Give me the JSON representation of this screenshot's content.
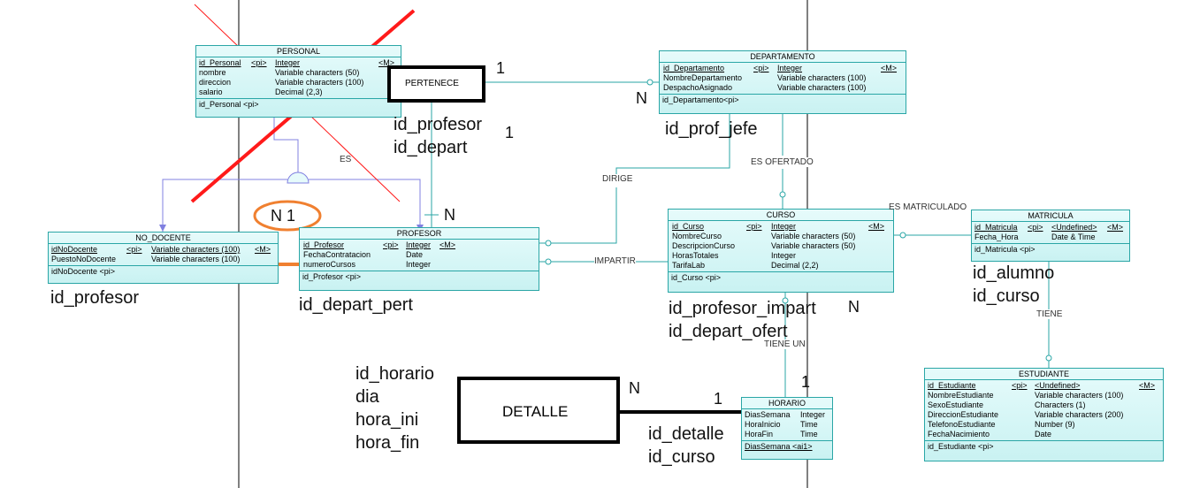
{
  "entities": {
    "personal": {
      "title": "PERSONAL",
      "rows": [
        {
          "name": "id_Personal",
          "key": "<pi>",
          "type": "Integer",
          "mand": "<M>"
        },
        {
          "name": "nombre",
          "key": "",
          "type": "Variable characters (50)",
          "mand": ""
        },
        {
          "name": "direccion",
          "key": "",
          "type": "Variable characters (100)",
          "mand": ""
        },
        {
          "name": "salario",
          "key": "",
          "type": "Decimal (2,3)",
          "mand": ""
        }
      ],
      "keys": "id_Personal <pi>"
    },
    "departamento": {
      "title": "DEPARTAMENTO",
      "rows": [
        {
          "name": "id_Departamento",
          "key": "<pi>",
          "type": "Integer",
          "mand": "<M>"
        },
        {
          "name": "NombreDepartamento",
          "key": "",
          "type": "Variable characters (100)",
          "mand": ""
        },
        {
          "name": "DespachoAsignado",
          "key": "",
          "type": "Variable characters (100)",
          "mand": ""
        }
      ],
      "keys": "id_Departamento<pi>"
    },
    "no_docente": {
      "title": "NO_DOCENTE",
      "rows": [
        {
          "name": "idNoDocente",
          "key": "<pi>",
          "type": "Variable characters (100)",
          "mand": "<M>"
        },
        {
          "name": "PuestoNoDocente",
          "key": "",
          "type": "Variable characters (100)",
          "mand": ""
        }
      ],
      "keys": "idNoDocente <pi>"
    },
    "profesor": {
      "title": "PROFESOR",
      "rows": [
        {
          "name": "id_Profesor",
          "key": "<pi>",
          "type": "Integer",
          "mand": "<M>"
        },
        {
          "name": "FechaContratacion",
          "key": "",
          "type": "Date",
          "mand": ""
        },
        {
          "name": "numeroCursos",
          "key": "",
          "type": "Integer",
          "mand": ""
        }
      ],
      "keys": "id_Profesor <pi>"
    },
    "curso": {
      "title": "CURSO",
      "rows": [
        {
          "name": "id_Curso",
          "key": "<pi>",
          "type": "Integer",
          "mand": "<M>"
        },
        {
          "name": "NombreCurso",
          "key": "",
          "type": "Variable characters (50)",
          "mand": ""
        },
        {
          "name": "DescripcionCurso",
          "key": "",
          "type": "Variable characters (50)",
          "mand": ""
        },
        {
          "name": "HorasTotales",
          "key": "",
          "type": "Integer",
          "mand": ""
        },
        {
          "name": "TarifaLab",
          "key": "",
          "type": "Decimal (2,2)",
          "mand": ""
        }
      ],
      "keys": "id_Curso <pi>"
    },
    "matricula": {
      "title": "MATRICULA",
      "rows": [
        {
          "name": "id_Matricula",
          "key": "<pi>",
          "type": "<Undefined>",
          "mand": "<M>"
        },
        {
          "name": "Fecha_Hora",
          "key": "",
          "type": "Date & Time",
          "mand": ""
        }
      ],
      "keys": "id_Matricula <pi>"
    },
    "estudiante": {
      "title": "ESTUDIANTE",
      "rows": [
        {
          "name": "id_Estudiante",
          "key": "<pi>",
          "type": "<Undefined>",
          "mand": "<M>"
        },
        {
          "name": "NombreEstudiante",
          "key": "",
          "type": "Variable characters (100)",
          "mand": ""
        },
        {
          "name": "SexoEstudiante",
          "key": "",
          "type": "Characters (1)",
          "mand": ""
        },
        {
          "name": "DireccionEstudiante",
          "key": "",
          "type": "Variable characters (200)",
          "mand": ""
        },
        {
          "name": "TelefonoEstudiante",
          "key": "",
          "type": "Number (9)",
          "mand": ""
        },
        {
          "name": "FechaNacimiento",
          "key": "",
          "type": "Date",
          "mand": ""
        }
      ],
      "keys": "id_Estudiante <pi>"
    },
    "horario": {
      "title": "HORARIO",
      "rows": [
        {
          "name": "DiasSemana",
          "key": "",
          "type": "Integer",
          "mand": ""
        },
        {
          "name": "HoraInicio",
          "key": "",
          "type": "Time",
          "mand": ""
        },
        {
          "name": "HoraFin",
          "key": "",
          "type": "Time",
          "mand": ""
        }
      ],
      "keys": "DiasSemana <ai1>"
    }
  },
  "relations": {
    "pertenece": "PERTENECE",
    "es": "ES",
    "dirige": "DIRIGE",
    "es_ofertado": "ES OFERTADO",
    "impartir": "IMPARTIR",
    "es_matriculado": "ES MATRICULADO",
    "tiene": "TIENE",
    "tiene_un": "TIENE UN",
    "detalle": "DETALLE"
  },
  "cardinalities": {
    "pert_1": "1",
    "pert_n": "N",
    "pert_1b": "1",
    "prof_n": "N",
    "nd_n1": "N 1",
    "curso_n": "N",
    "horario_1": "1",
    "detalle_n": "N",
    "detalle_1": "1"
  },
  "notes": {
    "pertenece_attrs": [
      "id_profesor",
      "id_depart"
    ],
    "depto": "id_prof_jefe",
    "nodocente": "id_profesor",
    "profesor": "id_depart_pert",
    "curso": [
      "id_profesor_impart",
      "id_depart_ofert"
    ],
    "matricula": [
      "id_alumno",
      "id_curso"
    ],
    "detalle_attrs": [
      "id_horario",
      "dia",
      "hora_ini",
      "hora_fin"
    ],
    "horario": [
      "id_detalle",
      "id_curso"
    ]
  },
  "colors": {
    "entity_border": "#2aa6a6",
    "line": "#2aa6a6",
    "inherit": "#8080e0",
    "cross": "#ff1a1a",
    "circle": "#f08030"
  }
}
